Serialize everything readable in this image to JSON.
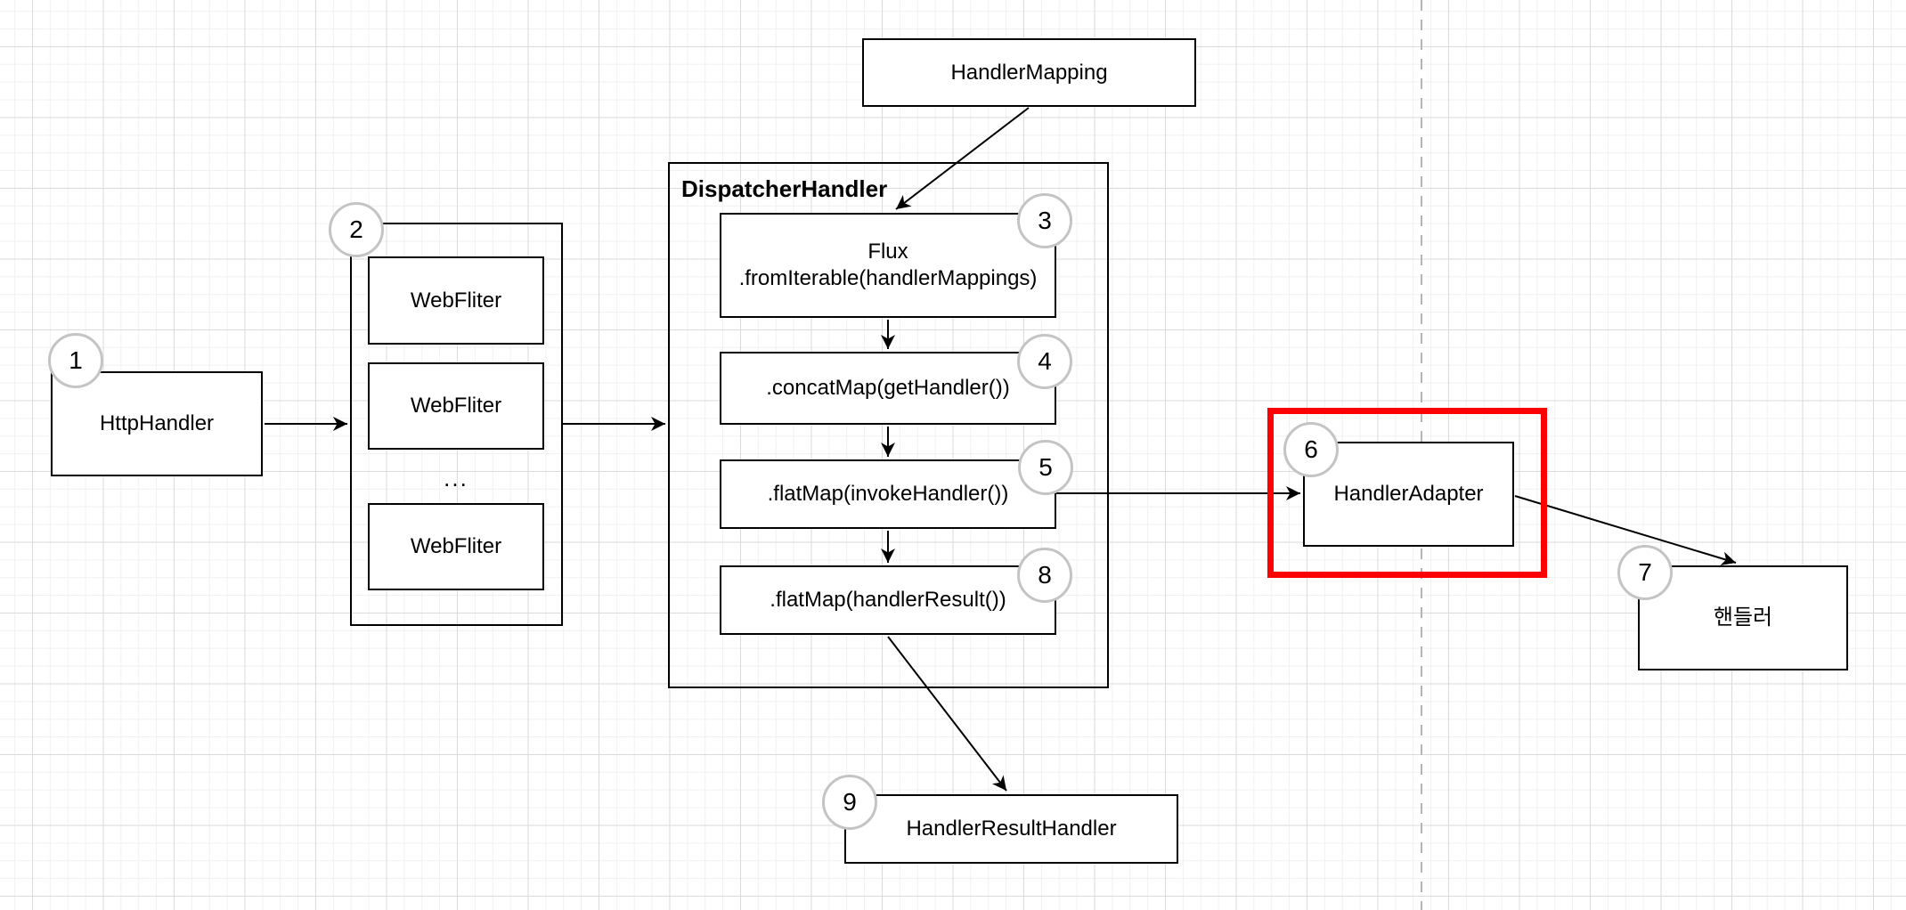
{
  "nodes": {
    "handler_mapping": {
      "label": "HandlerMapping"
    },
    "http_handler": {
      "label": "HttpHandler",
      "badge": "1"
    },
    "webfilters": {
      "badge": "2",
      "items": [
        "WebFliter",
        "WebFliter",
        "WebFliter"
      ],
      "ellipsis": "..."
    },
    "dispatcher_handler": {
      "title": "DispatcherHandler"
    },
    "flux_from_iterable": {
      "line1": "Flux",
      "line2": ".fromIterable(handlerMappings)",
      "badge": "3"
    },
    "concat_map": {
      "label": ".concatMap(getHandler())",
      "badge": "4"
    },
    "flat_map_invoke": {
      "label": ".flatMap(invokeHandler())",
      "badge": "5"
    },
    "flat_map_result": {
      "label": ".flatMap(handlerResult())",
      "badge": "8"
    },
    "handler_adapter": {
      "label": "HandlerAdapter",
      "badge": "6"
    },
    "handler_korean": {
      "label": "핸들러",
      "badge": "7"
    },
    "handler_result_handler": {
      "label": "HandlerResultHandler",
      "badge": "9"
    }
  },
  "colors": {
    "shape_border": "#000000",
    "highlight_red": "#ff0000",
    "badge_border": "#c4c4c4",
    "guide_line": "#b5b5b5"
  }
}
